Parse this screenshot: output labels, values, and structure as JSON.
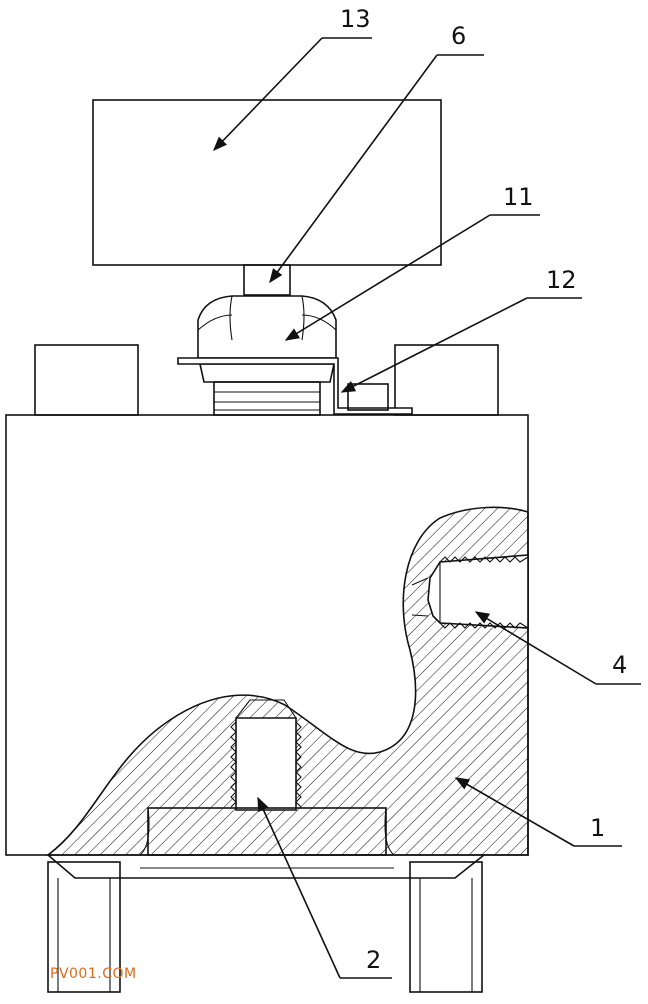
{
  "labels": {
    "part_13": "13",
    "part_6": "6",
    "part_11": "11",
    "part_12": "12",
    "part_4": "4",
    "part_1": "1",
    "part_2": "2"
  },
  "watermark": "PV001.COM",
  "colors": {
    "line": "#111111",
    "watermark": "#e06a1a",
    "background": "#ffffff"
  }
}
